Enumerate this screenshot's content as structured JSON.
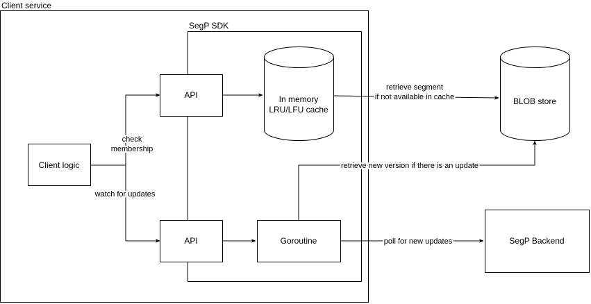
{
  "diagram": {
    "containers": {
      "client_service": "Client service",
      "segp_sdk": "SegP SDK"
    },
    "nodes": {
      "client_logic": "Client logic",
      "api_top": "API",
      "api_bottom": "API",
      "cache_line1": "In memory",
      "cache_line2": "LRU/LFU cache",
      "goroutine": "Goroutine",
      "blob_store": "BLOB store",
      "segp_backend": "SegP Backend"
    },
    "edges": {
      "check_line1": "check",
      "check_line2": "membership",
      "watch": "watch for updates",
      "retrieve_line1": "retrieve segment",
      "retrieve_line2": "if not available in cache",
      "new_version": "retrieve new version if there is an update",
      "poll": "poll for new updates"
    }
  }
}
